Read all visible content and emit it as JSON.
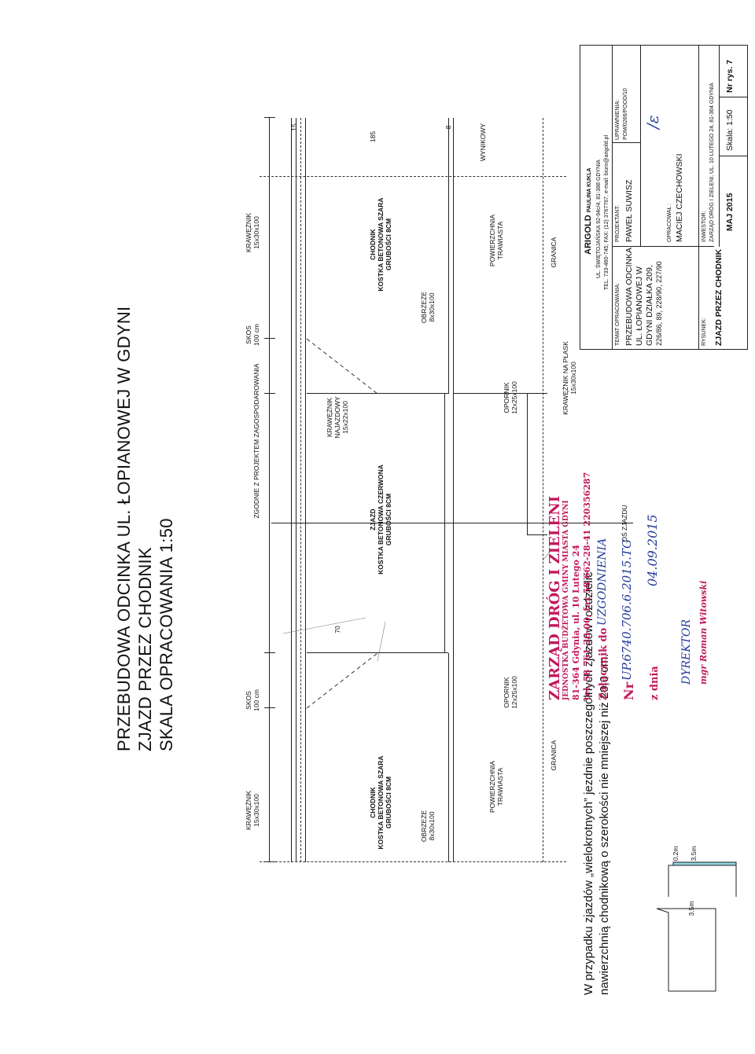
{
  "title": {
    "line1": "PRZEBUDOWA ODCINKA UL. ŁOPIANOWEJ W GDYNI",
    "line2": "ZJAZD PRZEZ CHODNIK",
    "line3": "SKALA OPRACOWANIA 1:50"
  },
  "labels": {
    "kraw_left": [
      "KRAWĘŻNIK",
      "15x30x100"
    ],
    "skos_left": [
      "SKOS",
      "100 cm"
    ],
    "zgodnie": "ZGODNIE Z PROJEKTEM ZAGOSPODAROWANIA",
    "skos_right": [
      "SKOS",
      "100 cm"
    ],
    "kraw_right": [
      "KRAWĘŻNIK",
      "15x30x100"
    ],
    "dim_15": "15",
    "dim_70": "70",
    "dim_185": "185",
    "dim_8": "8",
    "chodnik_left": [
      "CHODNIK",
      "KOSTKA BETONOWA SZARA",
      "GRUBOŚCI 8CM"
    ],
    "kraw_najazdowy": [
      "KRAWĘŻNIK",
      "NAJAZDOWY",
      "15x22x100"
    ],
    "zjazd": [
      "ZJAZD",
      "KOSTKA BETONOWA CZERWONA",
      "GRUBOŚCI 8CM"
    ],
    "chodnik_right": [
      "CHODNIK",
      "KOSTKA BETONOWA SZARA",
      "GRUBOŚCI 8CM"
    ],
    "obrzeze_left": [
      "OBRZEŻE",
      "8x30x100"
    ],
    "obrzeze_right": [
      "OBRZEŻE",
      "8x30x100"
    ],
    "opornik_left": [
      "OPORNIK",
      "12x25x100"
    ],
    "opornik_mid": [
      "OPORNIK",
      "12x25x100"
    ],
    "pow_left": [
      "POWIERZCHNIA",
      "TRAWIASTA"
    ],
    "pow_right": [
      "POWIERZCHNIA",
      "TRAWIASTA"
    ],
    "granica_left": "GRANICA",
    "granica_right": "GRANICA",
    "kraw_plask": [
      "KRAWĘŻNIK NA PŁASK",
      "15x30x100"
    ],
    "wynikowy": "WYNIKOWY",
    "os_zjazdu": "OŚ ZJAZDU"
  },
  "note": {
    "line1": "W przypadku zjazdów „wielokrotnych” jezdnie poszczególnych zjazdów rozdzielić",
    "line2": "nawierzchnią chodnikową o szerokości nie mniejszej niż 20,0 cm."
  },
  "mini": {
    "a": "3.5m",
    "b": "0.2m",
    "c": "3.5m"
  },
  "stamp": {
    "line1": "ZARZĄD DRÓG I ZIELENI",
    "line2": "JEDNOSTKA BUDŻETOWA GMINY MIASTA GDYNI",
    "line3": "81-364 Gdynia, ul. 10 Lutego 24",
    "line4": "tel. 58 761-20-00, fax 58 662-28-41 220356287",
    "zal": "Załącznik do",
    "zal_val": "UZGODNIENIA",
    "nr": "Nr",
    "nr_val": "UP.6740.706.6.2015.TG",
    "zdnia": "z dnia",
    "zdnia_val": "04.09.2015",
    "dyrektor": "DYREKTOR",
    "name": "mgr Roman Witowski"
  },
  "titleblock": {
    "company": "ARIGOLD",
    "company_owner": "PAULINA KUKLA",
    "address": "UL. ŚWIĘTOJAŃSKA 92-94c/4, 81-388 GDYNIA",
    "contact": "TEL. 733-460-745; FAX: (12) 3767767, e-mail: biuro@arigold.pl",
    "temat_label": "TEMAT OPRACOWANIA:",
    "temat": [
      "PRZEBUDOWA ODCINKA",
      "UL. ŁOPIANOWEJ W",
      "GDYNI DZIAŁKA 209,",
      "226/86, 89, 228/90, 227/90"
    ],
    "projektant_label": "PROJEKTANT:",
    "projektant": "PAWEŁ SUWISZ",
    "uprawnienia_label": "UPRAWNIENIA:",
    "uprawnienia": "POM/0266/POOD/10",
    "opracowal_label": "OPRACOWAŁ :",
    "opracowal": "MACIEJ CZECHOWSKI",
    "rysunek_label": "RYSUNEK:",
    "rysunek": "ZJAZD PRZEZ CHODNIK",
    "inwestor_label": "INWESTOR:",
    "inwestor": "ZARZĄD DRÓG I ZIELENI, UL. 10 LUTEGO 24, 81-364 GDYNIA",
    "data": "MAJ 2015",
    "skala": "Skala: 1:50",
    "nr": "Nr rys. 7"
  },
  "colors": {
    "line": "#222222",
    "stamp": "#c2185b",
    "pen": "#233a9a",
    "mini_fill": "#8fd3e0"
  }
}
